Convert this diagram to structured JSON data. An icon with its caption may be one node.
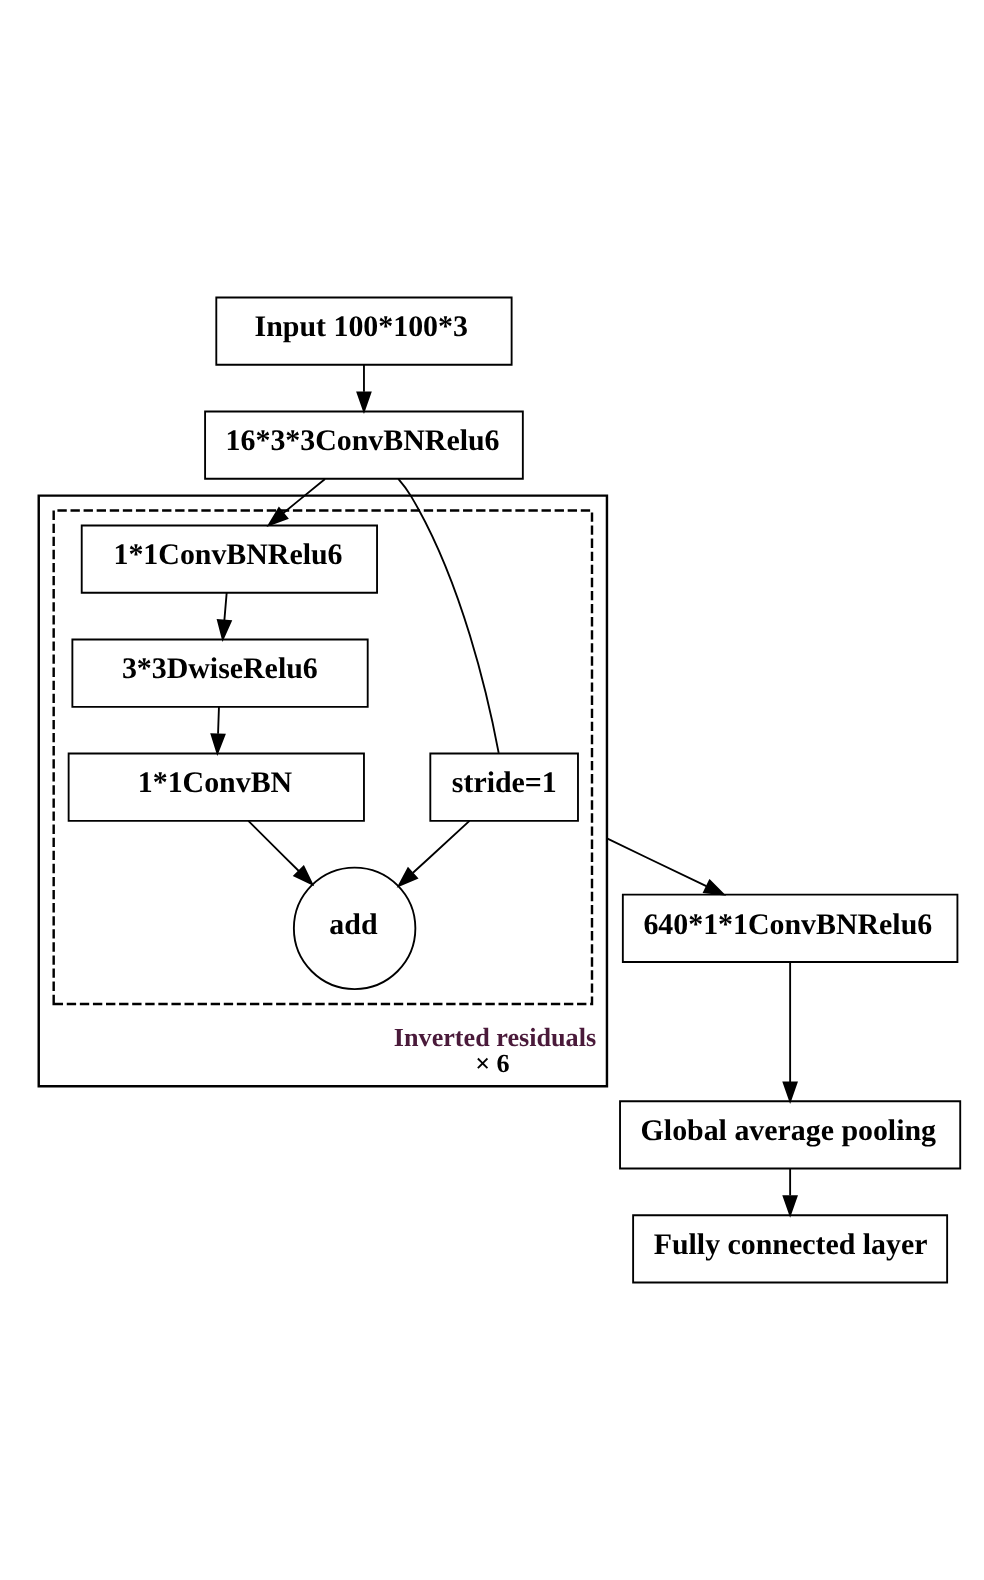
{
  "diagram": {
    "nodes": [
      {
        "text": [
          "Input 100*100*3"
        ]
      },
      {
        "text": [
          "16*3*3ConvBNRelu6"
        ]
      },
      {
        "text": [
          "Inverted residuals",
          "× 6"
        ]
      },
      {
        "text": [],
        "shape": "box",
        "in": 2
      },
      {
        "text": [
          "1*1ConvBNRelu6"
        ],
        "in": 3
      },
      {
        "text": [
          "3*3DwiseRelu6"
        ],
        "in": 3
      },
      {
        "text": [
          "1*1ConvBN"
        ],
        "in": 3
      },
      {
        "text": [
          "add"
        ],
        "in": 3
      },
      {
        "text": [
          "stride=1"
        ],
        "in": 3
      },
      {
        "text": [
          "640*1*1ConvBNRelu6"
        ]
      },
      {
        "text": [
          "Global average pooling"
        ]
      },
      {
        "text": [
          "Fully connected layer"
        ]
      }
    ],
    "edges": [
      {
        "from": 0,
        "to": 1,
        "arrow": "to"
      },
      {
        "from": 1,
        "to": 4,
        "arrow": "to"
      },
      {
        "from": 4,
        "to": 5,
        "arrow": "to"
      },
      {
        "from": 5,
        "to": 6,
        "arrow": "to"
      },
      {
        "from": 6,
        "to": 7,
        "arrow": "to"
      },
      {
        "from": 1,
        "to": 8,
        "arrow": "none"
      },
      {
        "from": 8,
        "to": 7,
        "arrow": "to"
      },
      {
        "from": 2,
        "to": 9,
        "arrow": "to"
      },
      {
        "from": 9,
        "to": 10,
        "arrow": "to"
      },
      {
        "from": 10,
        "to": 11,
        "arrow": "to"
      }
    ]
  }
}
